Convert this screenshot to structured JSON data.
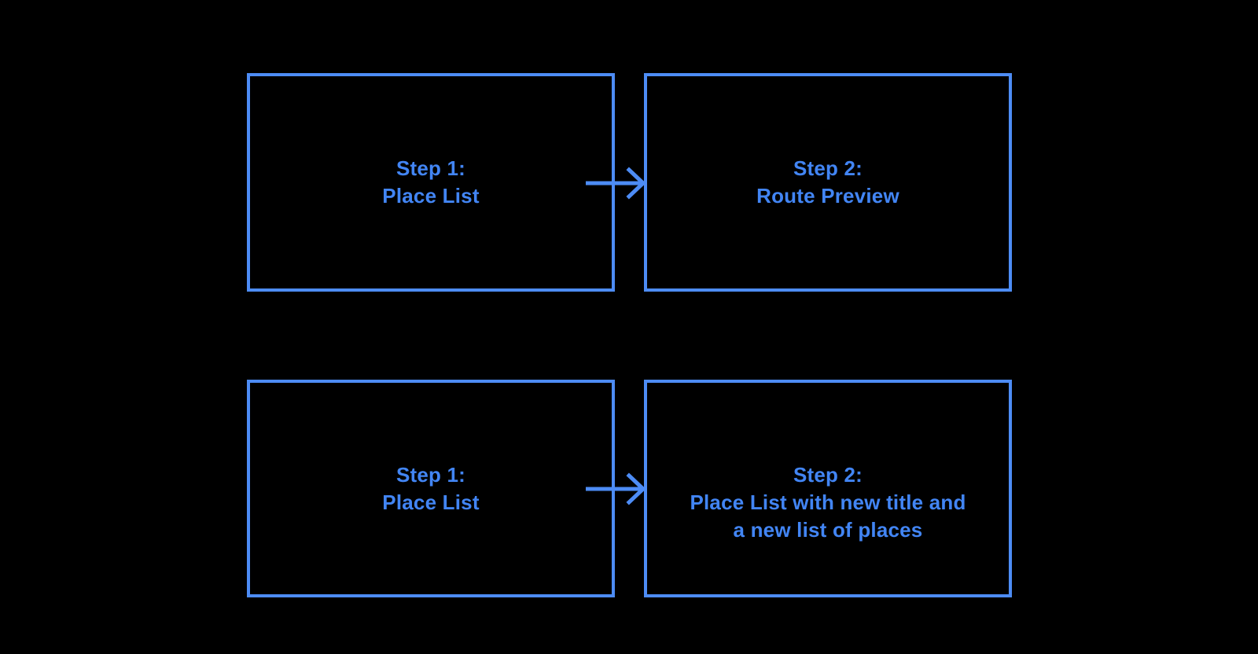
{
  "colors": {
    "background": "#000000",
    "accent": "#4285f4",
    "border": "#4d8cf5"
  },
  "rows": [
    {
      "source": {
        "lines": [
          "Step 1:",
          "Place List"
        ]
      },
      "arrow": "right-arrow",
      "target": {
        "lines": [
          "Step 2:",
          "Route Preview"
        ]
      }
    },
    {
      "source": {
        "lines": [
          "Step 1:",
          "Place List"
        ]
      },
      "arrow": "right-arrow",
      "target": {
        "lines": [
          "Step 2:",
          "Place List with new title and",
          "a new list of places"
        ]
      }
    }
  ]
}
